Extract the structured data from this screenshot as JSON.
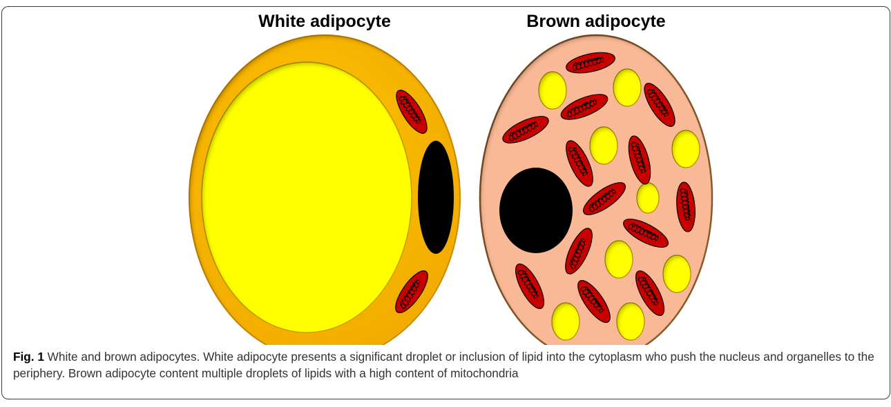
{
  "titles": {
    "white": "White adipocyte",
    "brown": "Brown adipocyte"
  },
  "caption": {
    "label": "Fig. 1",
    "text": "White and brown adipocytes. White adipocyte presents a significant droplet or inclusion of lipid into the cytoplasm who push the nucleus and organelles to the periphery. Brown adipocyte content multiple droplets of lipids with a high content of mitochondria"
  },
  "colors": {
    "white_cytoplasm": "#f7b500",
    "brown_cytoplasm": "#f9b896",
    "lipid": "#ffff00",
    "nucleus": "#000000",
    "mitochondria": "#c00000"
  }
}
